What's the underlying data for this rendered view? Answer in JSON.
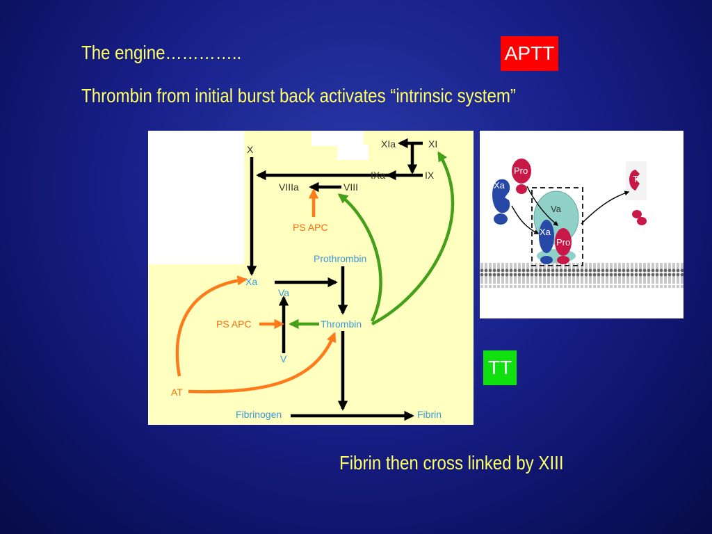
{
  "title": "The engine…………..",
  "subtitle": "Thrombin from initial burst back activates “intrinsic system”",
  "badges": {
    "aptt": "APTT",
    "tt": "TT"
  },
  "footer": "Fibrin then cross linked by XIII",
  "diagram": {
    "labels": {
      "x": "X",
      "xia": "XIa",
      "xi": "XI",
      "ixa": "IXa",
      "ix": "IX",
      "viiia": "VIIIa",
      "viii": "VIII",
      "ps_apc_top": "PS APC",
      "prothrombin": "Prothrombin",
      "xa": "Xa",
      "va": "Va",
      "ps_apc_mid": "PS APC",
      "thrombin": "Thrombin",
      "v": "V",
      "at": "AT",
      "fibrinogen": "Fibrinogen",
      "fibrin": "Fibrin"
    },
    "colors": {
      "black": "#000000",
      "green": "#44a018",
      "orange": "#ff7a1a",
      "blue_text": "#3a9ad6",
      "orange_text": "#ff6a10",
      "panel": "#ffffc0"
    }
  },
  "complex": {
    "labels": {
      "xa_free": "Xa",
      "pro_free": "Pro",
      "t_free": "T",
      "va": "Va",
      "xa_bound": "Xa",
      "pro_bound": "Pro"
    },
    "colors": {
      "xa": "#2848a8",
      "pro": "#c81848",
      "va": "#8fd0c8"
    }
  }
}
